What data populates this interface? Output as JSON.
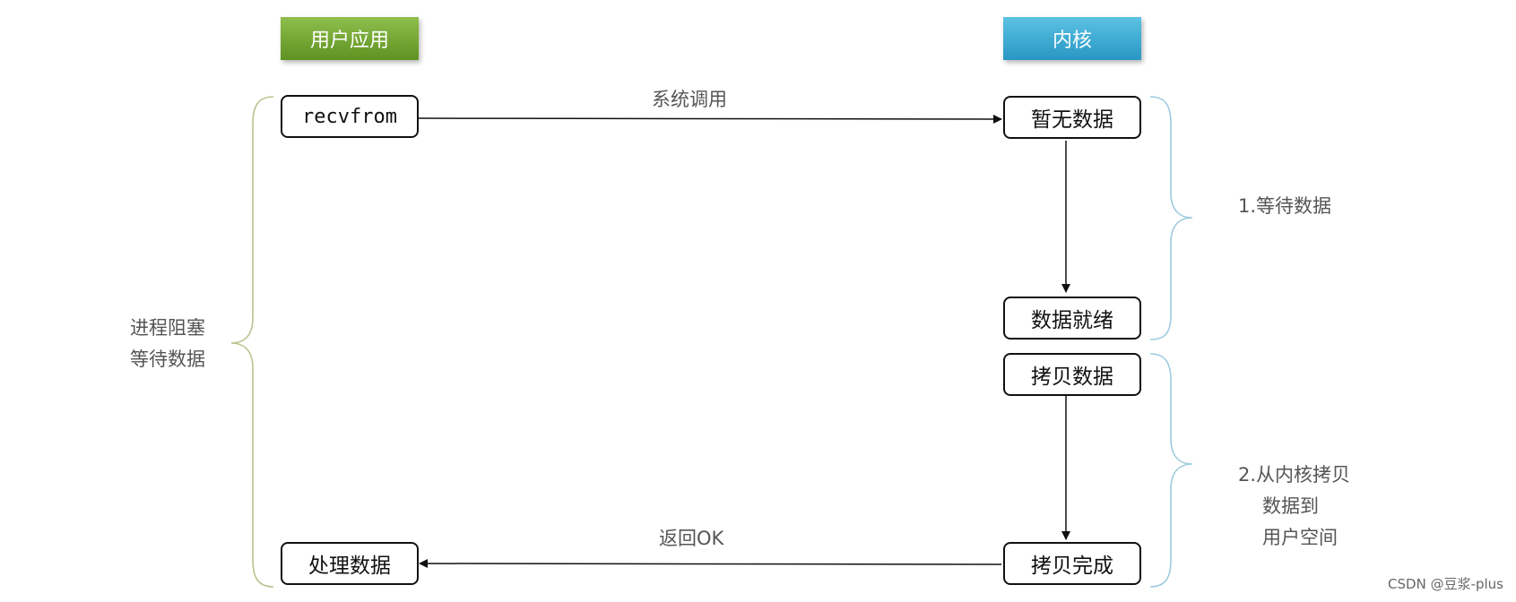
{
  "headers": {
    "user": "用户应用",
    "kernel": "内核"
  },
  "user_boxes": {
    "recvfrom": "recvfrom",
    "process": "处理数据"
  },
  "kernel_boxes": {
    "no_data": "暂无数据",
    "data_ready": "数据就绪",
    "copy_data": "拷贝数据",
    "copy_done": "拷贝完成"
  },
  "arrows": {
    "syscall": "系统调用",
    "return_ok": "返回OK"
  },
  "left_annotation": [
    "进程阻塞",
    "等待数据"
  ],
  "stage1": [
    "1.等待数据"
  ],
  "stage2": [
    "2.从内核拷贝",
    "数据到",
    "用户空间"
  ],
  "colors": {
    "user_header": "#6fa830",
    "kernel_header": "#35a7d0",
    "left_brace": "#b7c58f",
    "right_brace": "#9fcbe0"
  },
  "watermark": "CSDN @豆浆-plus"
}
